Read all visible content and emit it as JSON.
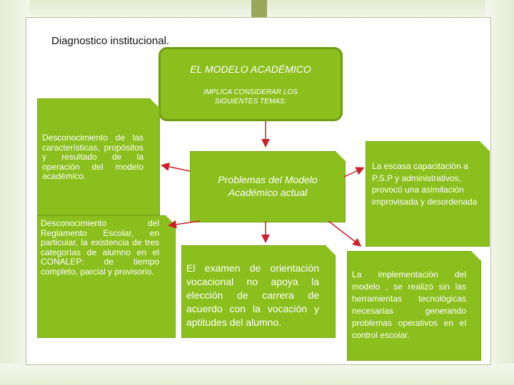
{
  "title": "Diagnostico institucional.",
  "top_box": {
    "heading": "EL MODELO ACADÉMICO",
    "subheading": "IMPLICA CONSIDERAR LOS SIGUIENTES TEMAS:"
  },
  "center_box": "Problemas del Modelo Académico actual",
  "left_top_box": "Desconocimiento de las características, propósitos y resultado de la operación del modelo académico.",
  "left_bottom_box": "Desconocimiento del Reglamento Escolar, en particular, la existencia de tres categorías de alumno en el CONALEP: de tiempo completo, parcial y provisorio.",
  "middle_bottom_box": "El examen de orientación vocacional no apoya la elección de carrera de acuerdo con la vocación y aptitudes del alumno.",
  "right_top_box": "La escasa capacitación a P.S.P y administrativos, provocó una asimilación improvisada y desordenada",
  "right_bottom_box": "La implementación del modelo , se realizó sin las herramientas tecnológicas necesarias generando problemas operativos en el control escolar.",
  "colors": {
    "box_fill": "#8bbf1d",
    "arrow": "#cc1f2a",
    "text": "#ffffff"
  }
}
